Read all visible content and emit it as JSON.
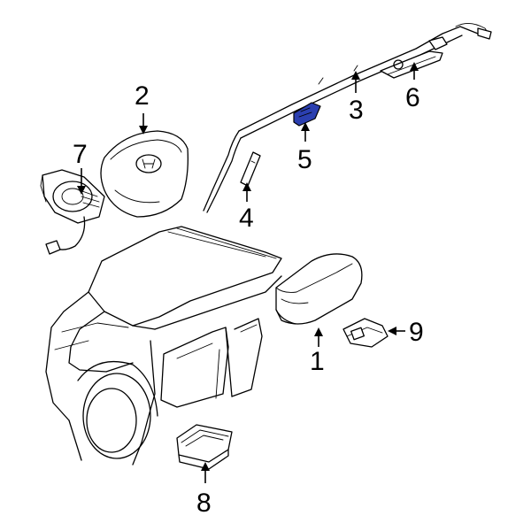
{
  "diagram": {
    "highlight_color": "#2b3fb0",
    "callouts": [
      {
        "id": "1",
        "label": "1"
      },
      {
        "id": "2",
        "label": "2"
      },
      {
        "id": "3",
        "label": "3"
      },
      {
        "id": "4",
        "label": "4"
      },
      {
        "id": "5",
        "label": "5"
      },
      {
        "id": "6",
        "label": "6"
      },
      {
        "id": "7",
        "label": "7"
      },
      {
        "id": "8",
        "label": "8"
      },
      {
        "id": "9",
        "label": "9"
      }
    ],
    "parts": [
      {
        "icon": "steering-wheel-airbag-icon"
      },
      {
        "icon": "passenger-airbag-module-icon"
      },
      {
        "icon": "side-curtain-airbag-icon"
      },
      {
        "icon": "pillar-bracket-icon"
      },
      {
        "icon": "airbag-clip-icon"
      },
      {
        "icon": "rear-bracket-icon"
      },
      {
        "icon": "clockspring-icon"
      },
      {
        "icon": "airbag-control-module-icon"
      },
      {
        "icon": "impact-sensor-icon"
      },
      {
        "icon": "vehicle-outline-icon"
      }
    ]
  }
}
